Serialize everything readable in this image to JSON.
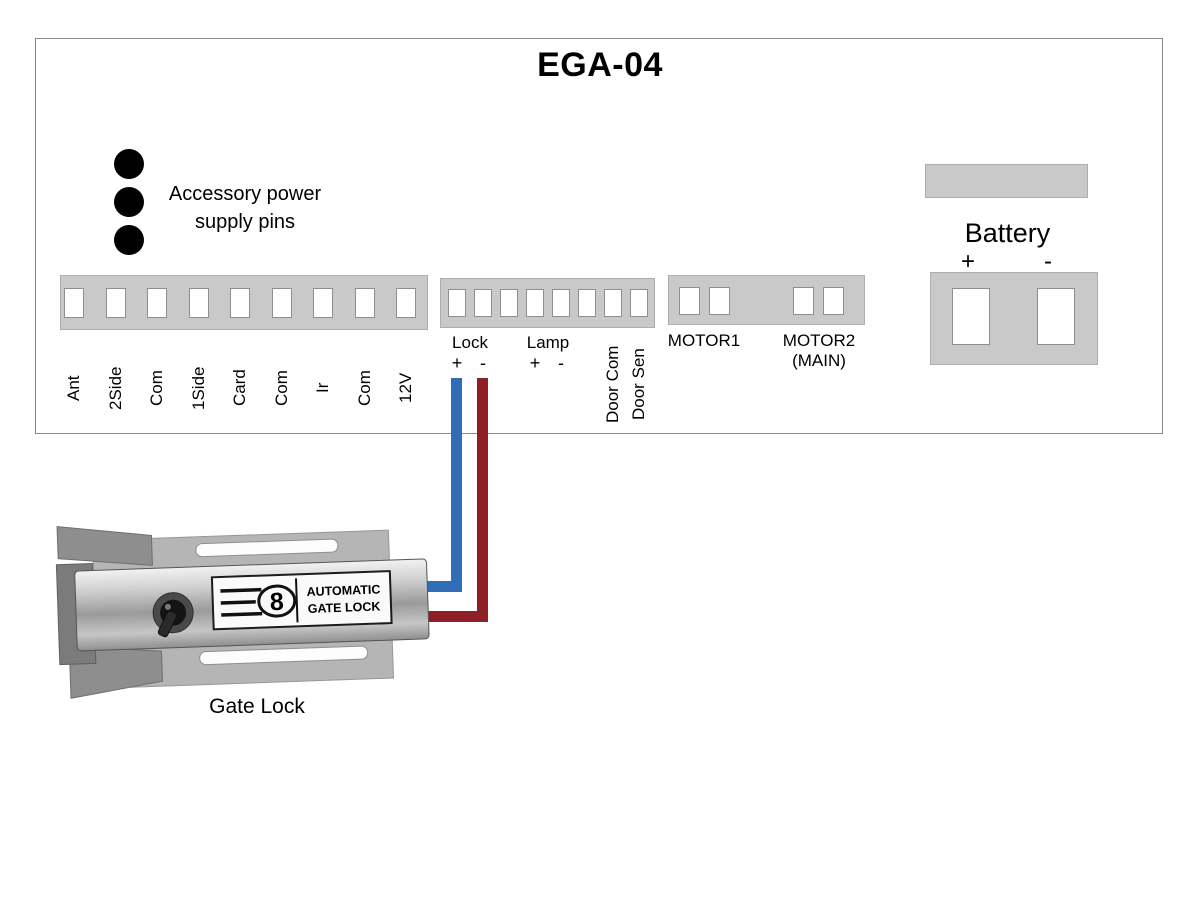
{
  "title": "EGA-04",
  "board": {
    "accessory_note": {
      "line1": "Accessory power",
      "line2": "supply pins"
    },
    "strip1": {
      "labels": [
        "Ant",
        "2Side",
        "Com",
        "1Side",
        "Card",
        "Com",
        "Ir",
        "Com",
        "12V"
      ]
    },
    "strip2": {
      "lock": {
        "label": "Lock",
        "plus": "+",
        "minus": "-"
      },
      "lamp": {
        "label": "Lamp",
        "plus": "+",
        "minus": "-"
      },
      "door_com": "Door Com",
      "door_sen": "Door Sen"
    },
    "strip3": {
      "motor1": "MOTOR1",
      "motor2": "MOTOR2",
      "motor2_sub": "(MAIN)"
    },
    "battery": {
      "label": "Battery",
      "plus": "+",
      "minus": "-"
    }
  },
  "gate_lock": {
    "caption": "Gate Lock",
    "plate_text_line1": "AUTOMATIC",
    "plate_text_line2": "GATE LOCK",
    "logo_digit": "8"
  },
  "colors": {
    "wire_lock_positive": "#2f6db8",
    "wire_lock_negative": "#8e1f26",
    "terminal_block_gray": "#c9c9c9"
  }
}
